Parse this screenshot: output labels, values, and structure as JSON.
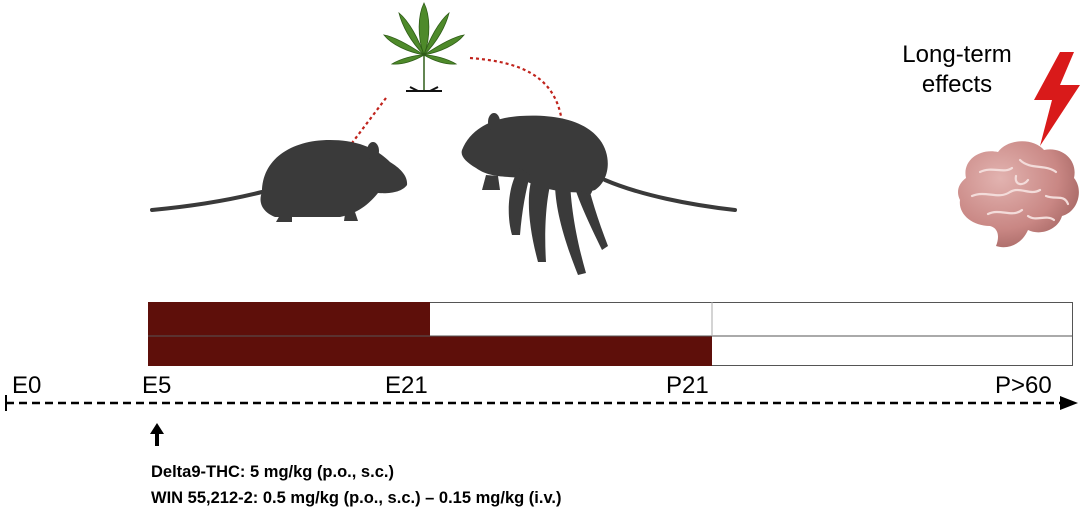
{
  "timeline": {
    "ticks": [
      "E0",
      "E5",
      "E21",
      "P21",
      "P>60"
    ]
  },
  "effects_label": {
    "line1": "Long-term",
    "line2": "effects"
  },
  "doses": {
    "thc": "Delta9-THC: 5 mg/kg (p.o., s.c.)",
    "win": "WIN 55,212-2: 0.5 mg/kg (p.o., s.c.) – 0.15 mg/kg (i.v.)"
  },
  "exposure_bars": [
    {
      "start": "E5",
      "end": "E21"
    },
    {
      "start": "E5",
      "end": "P21"
    }
  ],
  "colors": {
    "exposure": "#5e0f0a",
    "arrow_red": "#c0231c",
    "bolt": "#d91a1a",
    "brain": "#c98784",
    "animal": "#3a3a3a",
    "leaf": "#4e8a2a"
  },
  "icons": [
    "cannabis-leaf-icon",
    "pregnant-rat-icon",
    "nursing-rat-icon",
    "brain-icon",
    "lightning-icon",
    "start-arrow-icon"
  ]
}
